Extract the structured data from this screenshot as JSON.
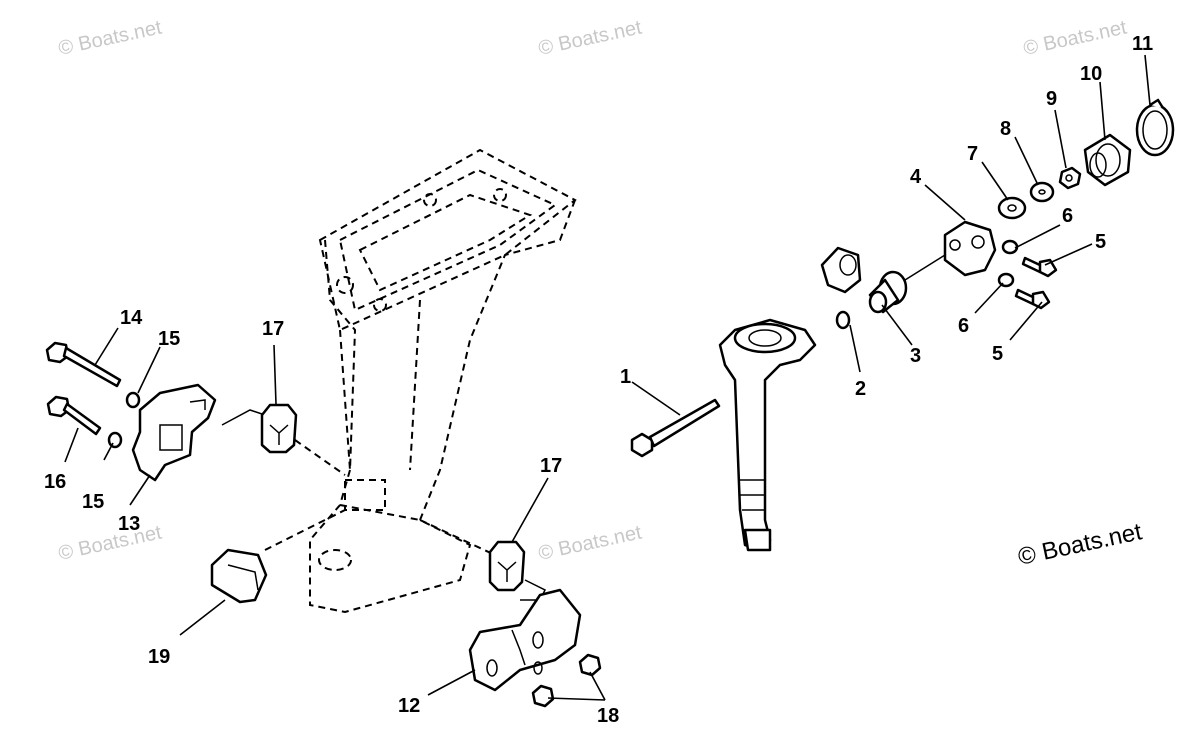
{
  "watermark": {
    "text": "© Boats.net",
    "credit": "© Boats.net"
  },
  "callouts": [
    "1",
    "2",
    "3",
    "4",
    "5",
    "5",
    "6",
    "6",
    "7",
    "8",
    "9",
    "10",
    "11",
    "12",
    "13",
    "14",
    "15",
    "15",
    "16",
    "17",
    "17",
    "18",
    "19"
  ]
}
